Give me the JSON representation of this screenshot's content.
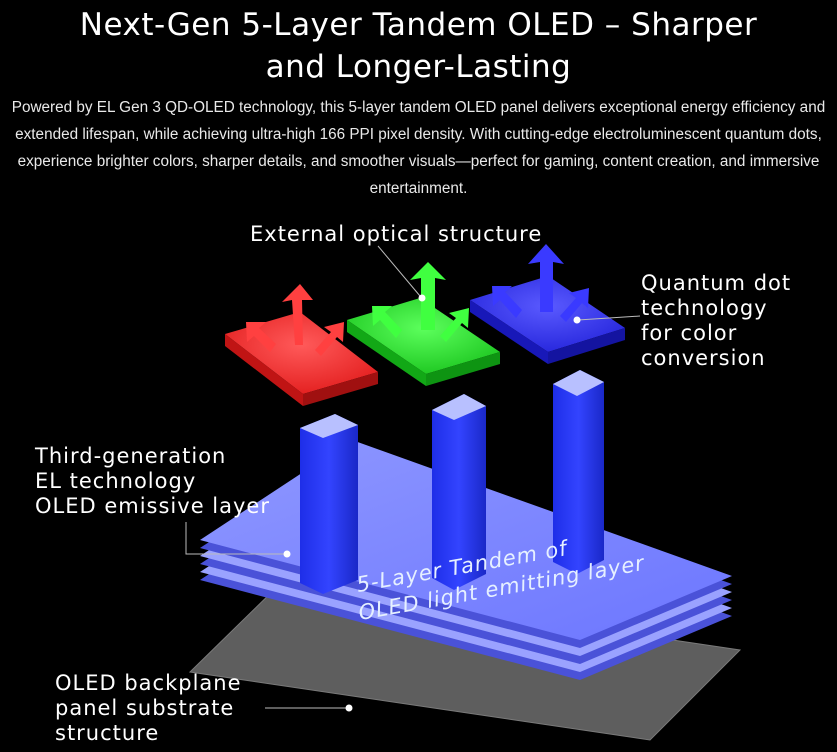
{
  "header": {
    "title_line1": "Next-Gen 5-Layer Tandem OLED – Sharper",
    "title_line2": "and Longer-Lasting"
  },
  "intro": {
    "text": "Powered by EL Gen 3 QD-OLED technology, this 5-layer tandem OLED panel delivers exceptional energy efficiency and extended lifespan, while achieving ultra-high 166 PPI pixel density. With cutting-edge electroluminescent quantum dots, experience brighter colors, sharper details, and smoother visuals—perfect for gaming, content creation, and immersive entertainment."
  },
  "diagram": {
    "labels": {
      "optical": "External optical structure",
      "quantum": [
        "Quantum dot",
        "technology",
        "for color",
        "conversion"
      ],
      "emissive": [
        "Third-generation",
        "EL technology",
        "OLED emissive layer"
      ],
      "backplane": [
        "OLED backplane",
        "panel substrate",
        "structure"
      ]
    },
    "stack_text": [
      "5-Layer Tandem of",
      "OLED light emitting layer"
    ],
    "colors": {
      "red": "#ff2a2a",
      "green": "#22e02a",
      "blue": "#3a3aff",
      "stack": "#7f88ff",
      "substrate": "#6e6e6e",
      "pillar": "#2e3dff"
    }
  }
}
